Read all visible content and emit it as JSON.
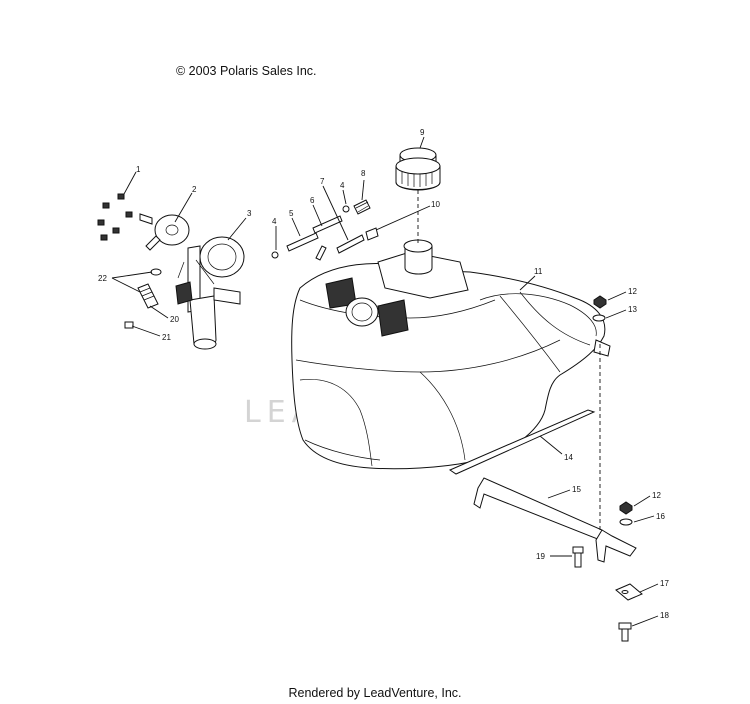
{
  "header": {
    "copyright": "© 2003 Polaris Sales Inc."
  },
  "footer": {
    "rendered_by": "Rendered by LeadVenture, Inc."
  },
  "watermark": {
    "text": "LEADVENTURE"
  },
  "callouts": {
    "c1": "1",
    "c2": "2",
    "c3": "3",
    "c4a": "4",
    "c4b": "4",
    "c5": "5",
    "c6": "6",
    "c7": "7",
    "c8": "8",
    "c9": "9",
    "c10": "10",
    "c11": "11",
    "c12a": "12",
    "c12b": "12",
    "c13": "13",
    "c14": "14",
    "c15": "15",
    "c16": "16",
    "c17": "17",
    "c18": "18",
    "c19": "19",
    "c20": "20",
    "c21": "21",
    "c22": "22"
  }
}
